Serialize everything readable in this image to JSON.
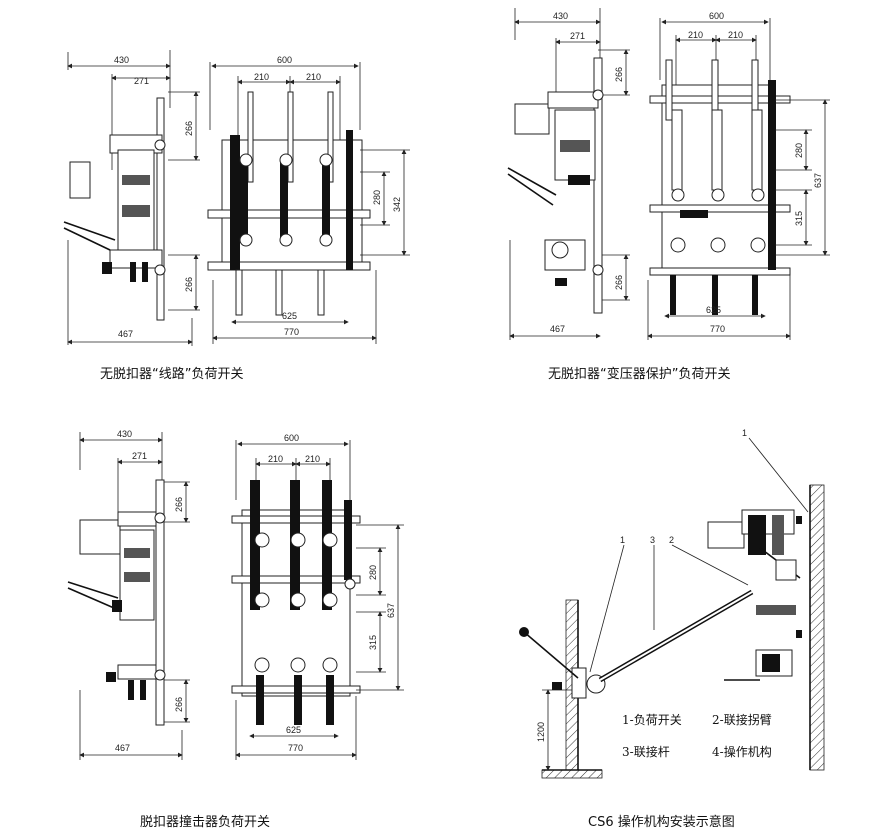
{
  "captions": {
    "tl": "无脱扣器“线路”负荷开关",
    "tr": "无脱扣器“变压器保护”负荷开关",
    "bl": "脱扣器撞击器负荷开关",
    "br": "CS6 操作机构安装示意图"
  },
  "dims": {
    "d430": "430",
    "d271": "271",
    "d266": "266",
    "d467": "467",
    "d600": "600",
    "d210": "210",
    "d625": "625",
    "d770": "770",
    "d280": "280",
    "d342": "342",
    "d637": "637",
    "d315": "315",
    "d1200": "1200"
  },
  "callouts": {
    "n1": "1",
    "n2": "2",
    "n3": "3"
  },
  "legend": {
    "item1": "1-负荷开关",
    "item2": "2-联接拐臂",
    "item3": "3-联接杆",
    "item4": "4-操作机构"
  }
}
